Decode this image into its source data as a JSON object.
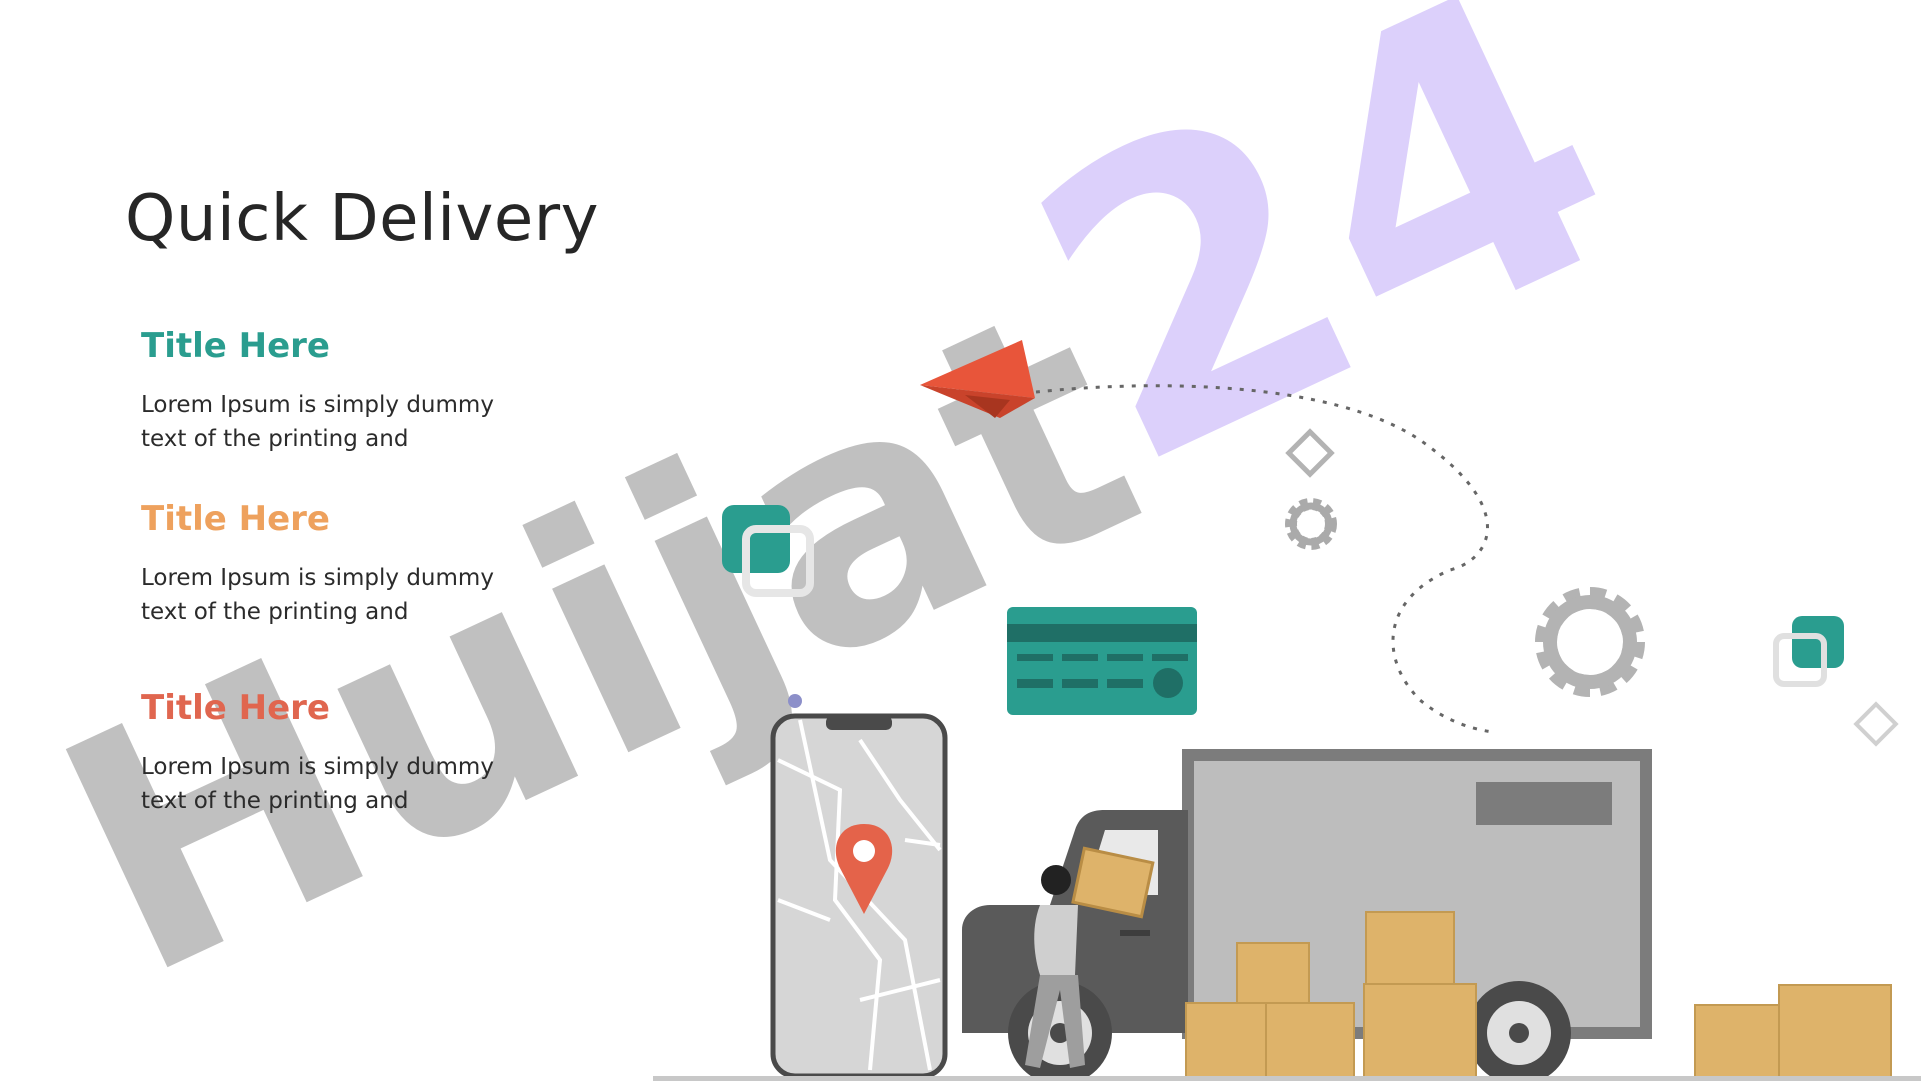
{
  "slide": {
    "title": "Quick Delivery",
    "items": [
      {
        "title": "Title Here",
        "text": "Lorem Ipsum is simply dummy text of the printing and",
        "color": "#2a9d8f"
      },
      {
        "title": "Title Here",
        "text": "Lorem Ipsum is simply dummy text of the printing and",
        "color": "#eea15d"
      },
      {
        "title": "Title Here",
        "text": "Lorem Ipsum is simply dummy text of the printing and",
        "color": "#e0664f"
      }
    ]
  },
  "watermark": {
    "text_main": "Huijat",
    "text_number": "24",
    "color_main": "#bdbdbd",
    "color_number": "#dcd0fb"
  },
  "illustration": {
    "elements": [
      "paper-plane",
      "dotted-route",
      "gear-icon",
      "card-icon",
      "smartphone-map",
      "location-pin",
      "delivery-truck",
      "courier-person",
      "cardboard-boxes"
    ],
    "accent_teal": "#2a9d8f",
    "accent_red": "#e05b3e",
    "box_color": "#deb36a",
    "truck_color": "#bdbdbd"
  }
}
